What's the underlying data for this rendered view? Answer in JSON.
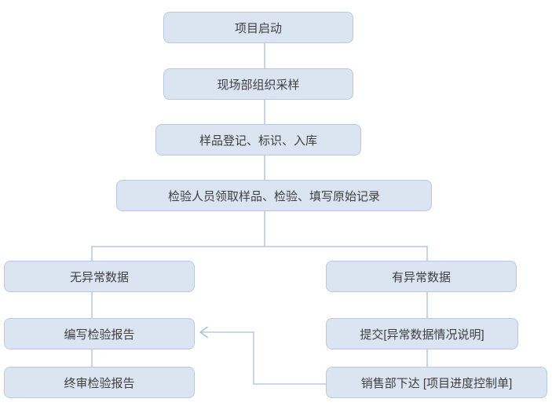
{
  "diagram": {
    "type": "flowchart",
    "background": "#ffffff",
    "colors": {
      "box_fill": "#dbe5f2",
      "box_border": "#b7c9e2",
      "connector": "#a8c0dd",
      "text": "#3f3f3f"
    },
    "nodes": [
      {
        "id": "project-start",
        "label": "项目启动"
      },
      {
        "id": "field-sampling",
        "label": "现场部组织采样"
      },
      {
        "id": "sample-registration",
        "label": "样品登记、标识、入库"
      },
      {
        "id": "inspection-records",
        "label": "检验人员领取样品、检验、填写原始记录"
      },
      {
        "id": "no-abnormal-data",
        "label": "无异常数据"
      },
      {
        "id": "abnormal-data",
        "label": "有异常数据"
      },
      {
        "id": "write-report",
        "label": "编写检验报告"
      },
      {
        "id": "submit-explanation",
        "label": "提交[异常数据情况说明]"
      },
      {
        "id": "final-review-report",
        "label": "终审检验报告"
      },
      {
        "id": "sales-control-sheet",
        "label": "销售部下达 [项目进度控制单]"
      }
    ],
    "edges": [
      {
        "from": "project-start",
        "to": "field-sampling",
        "arrow": false
      },
      {
        "from": "field-sampling",
        "to": "sample-registration",
        "arrow": false
      },
      {
        "from": "sample-registration",
        "to": "inspection-records",
        "arrow": false
      },
      {
        "from": "inspection-records",
        "to": "no-abnormal-data",
        "arrow": false
      },
      {
        "from": "inspection-records",
        "to": "abnormal-data",
        "arrow": false
      },
      {
        "from": "no-abnormal-data",
        "to": "write-report",
        "arrow": false
      },
      {
        "from": "write-report",
        "to": "final-review-report",
        "arrow": false
      },
      {
        "from": "abnormal-data",
        "to": "submit-explanation",
        "arrow": false
      },
      {
        "from": "submit-explanation",
        "to": "sales-control-sheet",
        "arrow": false
      },
      {
        "from": "sales-control-sheet",
        "to": "write-report",
        "arrow": true
      }
    ]
  }
}
